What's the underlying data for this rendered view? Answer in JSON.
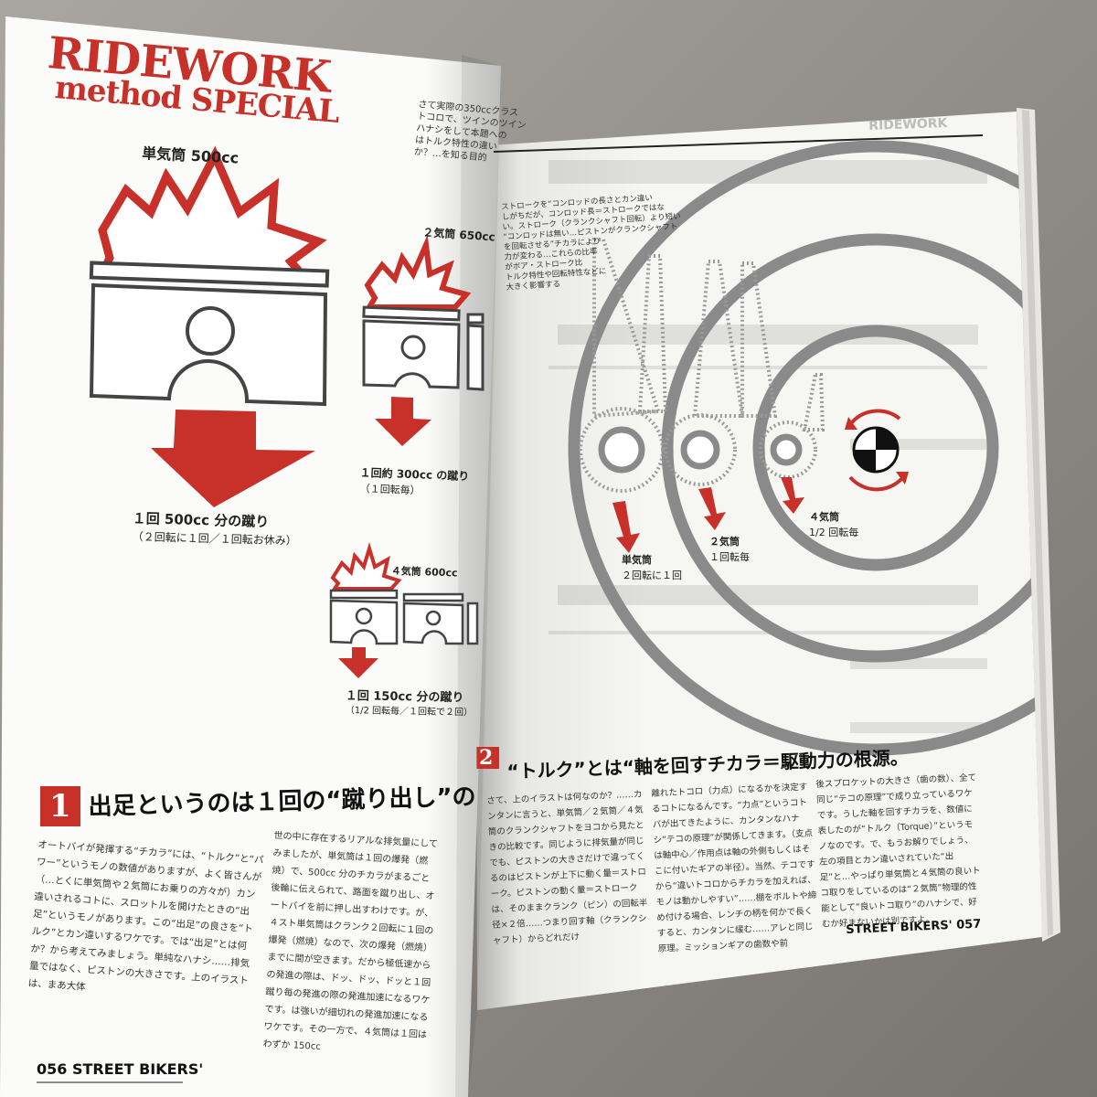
{
  "left_page": {
    "title_line1": "RIDEWORK",
    "title_line2": "method SPECIAL",
    "intro_text": "さて実際の350ccクラス\nトコロで、ツインのツイン\nハナシをして本題への\nはトルク特性の違い\nか？…を知る目的",
    "single": {
      "label": "単気筒 500cc",
      "caption1": "１回 500cc 分の蹴り",
      "caption2": "（２回転に１回／１回転お休み）"
    },
    "twin": {
      "label": "２気筒 650cc",
      "caption1": "１回約 300cc の蹴り",
      "caption2": "（１回転毎）"
    },
    "four": {
      "label": "４気筒 600cc",
      "caption1": "１回 150cc 分の蹴り",
      "caption2": "（1/2 回転毎／１回転で２回）"
    },
    "section_number": "1",
    "section_heading": "出足というのは１回の“蹴り出し”の",
    "body_col1": "オートバイが発揮する“チカラ”には、“トルク”と“パワー”というモノの数値がありますが、よく皆さんが（…とくに単気筒や２気筒にお乗りの方々が）カン違いされるコトに、スロットルを開けたときの“出足”というモノがあります。この“出足”の良さを“トルク”とカン違いするワケです。では“出足”とは何か？から考えてみましょう。単純なハナシ……排気量ではなく、ピストンの大きさです。上のイラストは、まあ大体",
    "body_col2": "世の中に存在するリアルな排気量にしてみましたが、単気筒は１回の爆発（燃焼）で、500cc 分のチカラがまるごと後輪に伝えられて、路面を蹴り出し、オートバイを前に押し出すわけです。が、４スト単気筒はクランク２回転に１回の爆発（燃焼）なので、次の爆発（燃焼）までに間が空きます。だから極低速からの発進の際は、ドッ、ドッ、ドッと１回蹴り毎の発進の際の発進加速になるワケです。は強いが細切れの発進加速になるワケです。その一方で、４気筒は１回はわずか 150cc",
    "folio": "056 STREET BIKERS'"
  },
  "right_page": {
    "running_head": "RIDEWORK",
    "small_text": "ストロークを“コンロッドの長さとカン違い\nしがちだが、コンロッド長＝ストロークではな\nい。ストローク（クランクシャフト回転）より短い\n“コンロッドは無い…ピストンがクランクシャフト\nを回転させる”チカラにより\n力が変わる…これらの比率\nがボア・ストローク比\nトルク特性や回転特性などに\n大きく影響する",
    "diagram_single_1": "単気筒",
    "diagram_single_2": "２回転に１回",
    "diagram_twin_1": "２気筒",
    "diagram_twin_2": "１回転毎",
    "diagram_four_1": "４気筒",
    "diagram_four_2": "1/2 回転毎",
    "section_number": "2",
    "section_heading": "“トルク”とは“軸を回すチカラ＝駆動力の根源。",
    "body_col1": "さて、上のイラストは何なのか？……カンタンに言うと、単気筒／２気筒／４気筒のクランクシャフトをヨコから見たときの比較です。同じように排気量が同じでも、ピストンの大きさだけで違ってくるのはピストンが上下に動く量＝ストローク。ピストンの動く量＝ストロークは、そのままクランク（ピン）の回転半径×２倍……つまり回す軸（クランクシャフト）からどれだけ",
    "body_col2": "離れたトコロ（力点）になるかを決定するコトになるんです。“力点”というコトバが出てきたように、カンタンなハナシ“テコの原理”が関係してきます。（支点は軸中心／作用点は軸の外側もしくはそこに付いたギアの半径）。当然、テコですから“違いトコロからチカラを加えれば、モノは動かしやすい”……棚をボルトや締め付ける場合、レンチの柄を何かで長くすると、カンタンに緩む……アレと同じ原理。ミッションギアの歯数や前",
    "body_col3": "後スプロケットの大きさ（歯の数）、全て同じ“テコの原理”で成り立っているワケです。うした軸を回すチカラを、数値に表したのが“トルク（Torque）”というモノなのです。で、もうお解りでしょう、左の項目とカン違いされていた“出足”と…やっぱり単気筒と４気筒の良いトコ取りをしているのは“２気筒”物理的性能として“良いトコ取り”のハナシで、好むか好まないかは別ですよ。",
    "folio": "STREET BIKERS' 057"
  },
  "colors": {
    "accent": "#c8302a",
    "ink": "#222222",
    "gray": "#8a8a8a",
    "paper": "#fbfbf9"
  }
}
